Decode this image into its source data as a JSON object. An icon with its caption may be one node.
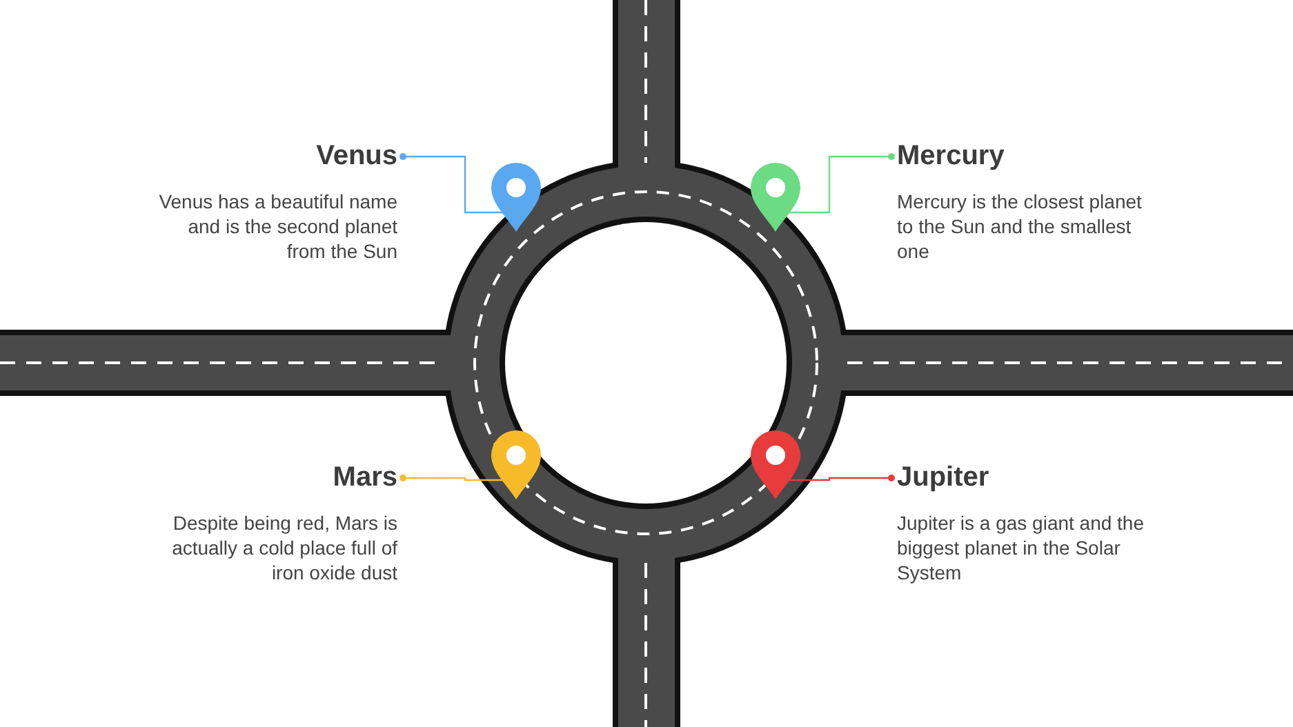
{
  "diagram": {
    "nodes": [
      {
        "text": [
          "Venus",
          "Venus has a beautiful name and is the second planet from the Sun"
        ]
      },
      {
        "text": [],
        "shape": "pin"
      },
      {
        "text": [],
        "shape": "pin"
      },
      {
        "text": [
          "Mercury",
          "Mercury is the closest planet to the Sun and the smallest one"
        ]
      },
      {
        "text": [
          "Mars",
          "Despite being red, Mars is actually a cold place full of iron oxide dust"
        ]
      },
      {
        "text": [],
        "shape": "pin"
      },
      {
        "text": [],
        "shape": "pin"
      },
      {
        "text": [
          "Jupiter",
          "Jupiter is a gas giant and the biggest planet in the Solar System"
        ]
      }
    ],
    "edges": [
      {
        "from": 0,
        "to": 1,
        "arrow": "other",
        "color": "#5aa9f0"
      },
      {
        "from": 3,
        "to": 2,
        "arrow": "other",
        "color": "#6bdc84"
      },
      {
        "from": 4,
        "to": 5,
        "arrow": "other",
        "color": "#f7bb2a"
      },
      {
        "from": 7,
        "to": 6,
        "arrow": "other",
        "color": "#e83b3b"
      }
    ]
  }
}
